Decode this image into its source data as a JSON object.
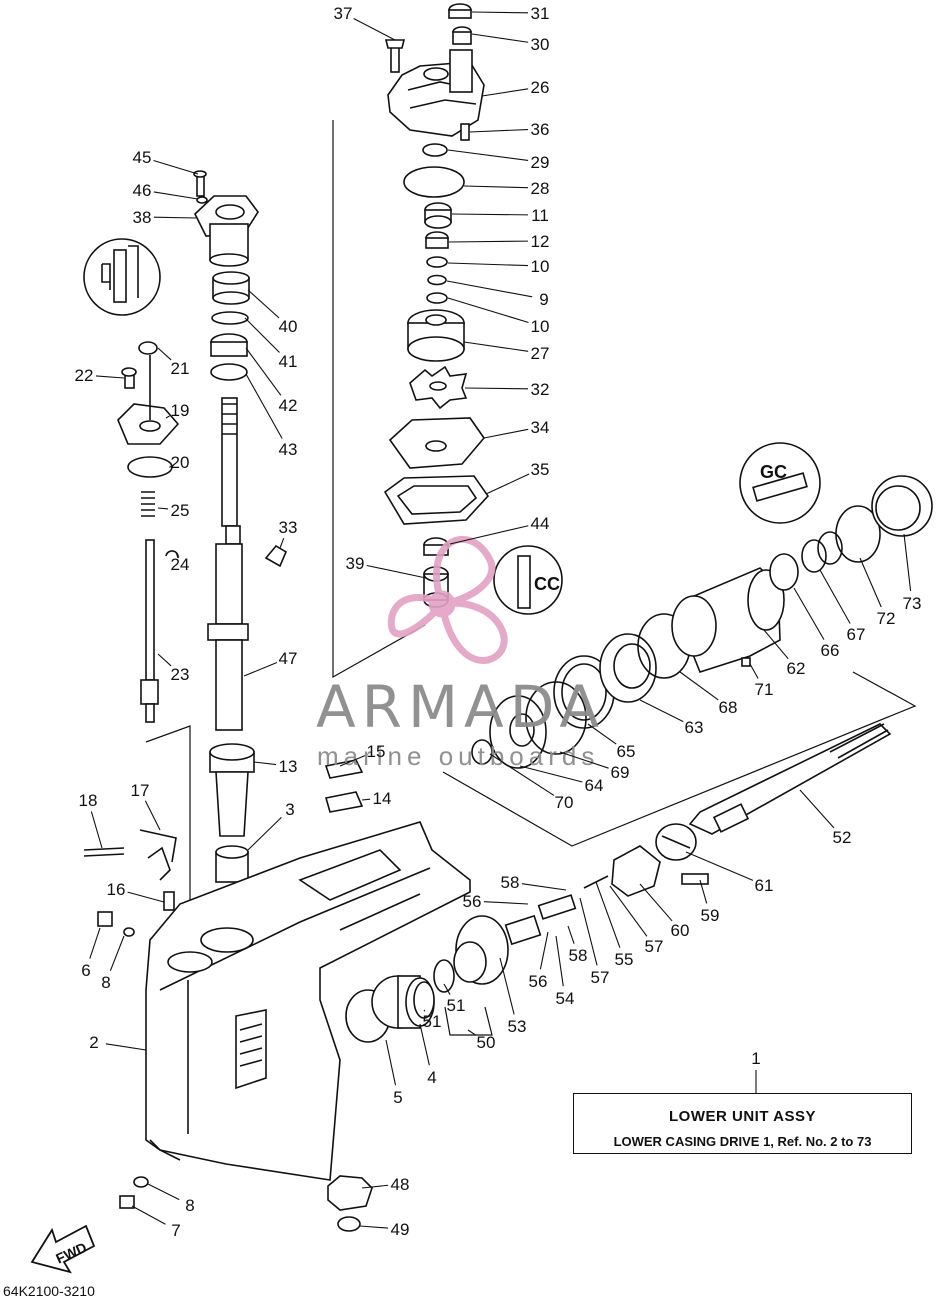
{
  "watermark": {
    "brand": "ARMADA",
    "tagline": "marine outboards"
  },
  "caption": {
    "title": "LOWER UNIT ASSY",
    "subtitle": "LOWER CASING DRIVE 1,  Ref. No. 2 to 73"
  },
  "part_code": "64K2100-3210",
  "fwd_label": "FWD",
  "callouts": [
    {
      "n": "37"
    },
    {
      "n": "31"
    },
    {
      "n": "30"
    },
    {
      "n": "26"
    },
    {
      "n": "36"
    },
    {
      "n": "29"
    },
    {
      "n": "28"
    },
    {
      "n": "11"
    },
    {
      "n": "12"
    },
    {
      "n": "10"
    },
    {
      "n": "9"
    },
    {
      "n": "10"
    },
    {
      "n": "27"
    },
    {
      "n": "32"
    },
    {
      "n": "34"
    },
    {
      "n": "35"
    },
    {
      "n": "44"
    },
    {
      "n": "39"
    },
    {
      "n": "45"
    },
    {
      "n": "46"
    },
    {
      "n": "38"
    },
    {
      "n": "40"
    },
    {
      "n": "41"
    },
    {
      "n": "42"
    },
    {
      "n": "43"
    },
    {
      "n": "21"
    },
    {
      "n": "22"
    },
    {
      "n": "19"
    },
    {
      "n": "20"
    },
    {
      "n": "25"
    },
    {
      "n": "24"
    },
    {
      "n": "23"
    },
    {
      "n": "33"
    },
    {
      "n": "47"
    },
    {
      "n": "13"
    },
    {
      "n": "15"
    },
    {
      "n": "14"
    },
    {
      "n": "3"
    },
    {
      "n": "18"
    },
    {
      "n": "17"
    },
    {
      "n": "16"
    },
    {
      "n": "6"
    },
    {
      "n": "8"
    },
    {
      "n": "2"
    },
    {
      "n": "8"
    },
    {
      "n": "7"
    },
    {
      "n": "48"
    },
    {
      "n": "49"
    },
    {
      "n": "5"
    },
    {
      "n": "4"
    },
    {
      "n": "51"
    },
    {
      "n": "51"
    },
    {
      "n": "50"
    },
    {
      "n": "53"
    },
    {
      "n": "54"
    },
    {
      "n": "56"
    },
    {
      "n": "56"
    },
    {
      "n": "58"
    },
    {
      "n": "58"
    },
    {
      "n": "57"
    },
    {
      "n": "57"
    },
    {
      "n": "55"
    },
    {
      "n": "60"
    },
    {
      "n": "59"
    },
    {
      "n": "61"
    },
    {
      "n": "52"
    },
    {
      "n": "70"
    },
    {
      "n": "64"
    },
    {
      "n": "69"
    },
    {
      "n": "65"
    },
    {
      "n": "63"
    },
    {
      "n": "68"
    },
    {
      "n": "71"
    },
    {
      "n": "62"
    },
    {
      "n": "66"
    },
    {
      "n": "67"
    },
    {
      "n": "72"
    },
    {
      "n": "73"
    },
    {
      "n": "1"
    }
  ],
  "colors": {
    "ink": "#111111",
    "watermark_gray": "#8c8c8c",
    "watermark_pink": "#e3a0c4"
  },
  "icons": [
    "grease-seal-icon",
    "grease-shaft-icon",
    "grease-gc-icon",
    "fwd-arrow-icon",
    "propeller-watermark-icon"
  ]
}
